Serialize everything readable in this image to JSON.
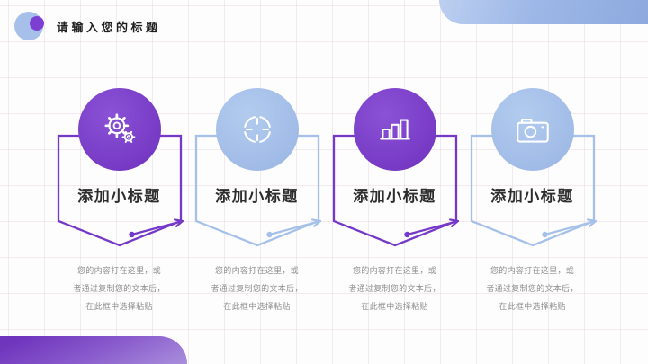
{
  "slide": {
    "title": "请输入您的标题",
    "palette": {
      "accent_purple": "#7539c8",
      "accent_blue": "#a6c1e9",
      "logo_big_circle": "#a7c0ea",
      "logo_small_circle": "#7c3fd4",
      "top_band_gradient": [
        "#bccff0",
        "#8da9de"
      ],
      "bottom_band_gradient": [
        "#6f35bd",
        "#a98fdc"
      ],
      "grid_line": "#f0e2eb",
      "title_text": "#1f1f1f",
      "subtitle_text": "#2d2d2d",
      "body_text": "#8e8e8e"
    }
  },
  "columns": [
    {
      "icon": "gears-icon",
      "theme": "purple",
      "subtitle": "添加小标题",
      "body_lines": [
        "您的内容打在这里，或",
        "者通过复制您的文本后，",
        "在此框中选择粘贴"
      ]
    },
    {
      "icon": "target-icon",
      "theme": "blue",
      "subtitle": "添加小标题",
      "body_lines": [
        "您的内容打在这里，或",
        "者通过复制您的文本后，",
        "在此框中选择粘贴"
      ]
    },
    {
      "icon": "bar-chart-icon",
      "theme": "purple",
      "subtitle": "添加小标题",
      "body_lines": [
        "您的内容打在这里，或",
        "者通过复制您的文本后，",
        "在此框中选择粘贴"
      ]
    },
    {
      "icon": "camera-icon",
      "theme": "blue",
      "subtitle": "添加小标题",
      "body_lines": [
        "您的内容打在这里，或",
        "者通过复制您的文本后，",
        "在此框中选择粘贴"
      ]
    }
  ]
}
